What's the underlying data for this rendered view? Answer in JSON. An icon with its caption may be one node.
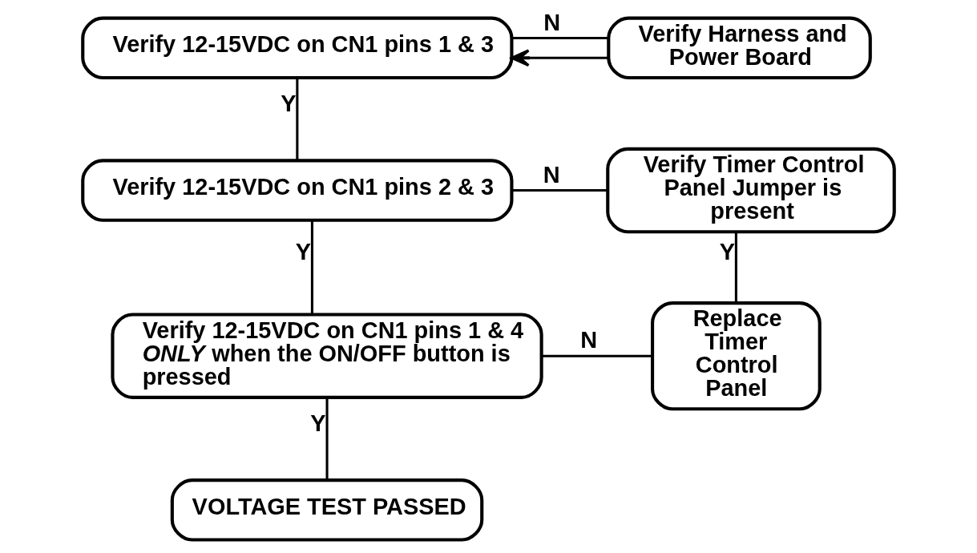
{
  "diagram": {
    "nodes": [
      {
        "text": [
          "Verify 12-15VDC on CN1 pins 1 & 3"
        ]
      },
      {
        "text": [
          "Verify Harness and Power Board"
        ]
      },
      {
        "text": [
          "Verify 12-15VDC on CN1 pins 2 & 3"
        ]
      },
      {
        "text": [
          "Verify Timer Control Panel Jumper is present"
        ]
      },
      {
        "text": [
          "Verify 12-15VDC on CN1 pins 1 & 4 *ONLY* when the ON/OFF button is pressed"
        ]
      },
      {
        "text": [
          "Replace Timer Control Panel"
        ]
      },
      {
        "text": [
          "VOLTAGE TEST PASSED"
        ]
      }
    ],
    "edges": [
      {
        "from": 0,
        "to": 1,
        "arrow": "none",
        "label": "N"
      },
      {
        "from": 1,
        "to": 0,
        "arrow": "to"
      },
      {
        "from": 0,
        "to": 2,
        "arrow": "none",
        "label": "Y"
      },
      {
        "from": 2,
        "to": 3,
        "arrow": "none",
        "label": "N"
      },
      {
        "from": 3,
        "to": 5,
        "arrow": "none",
        "label": "Y"
      },
      {
        "from": 2,
        "to": 4,
        "arrow": "none",
        "label": "Y"
      },
      {
        "from": 4,
        "to": 5,
        "arrow": "none",
        "label": "N"
      },
      {
        "from": 4,
        "to": 6,
        "arrow": "none",
        "label": "Y"
      }
    ]
  }
}
